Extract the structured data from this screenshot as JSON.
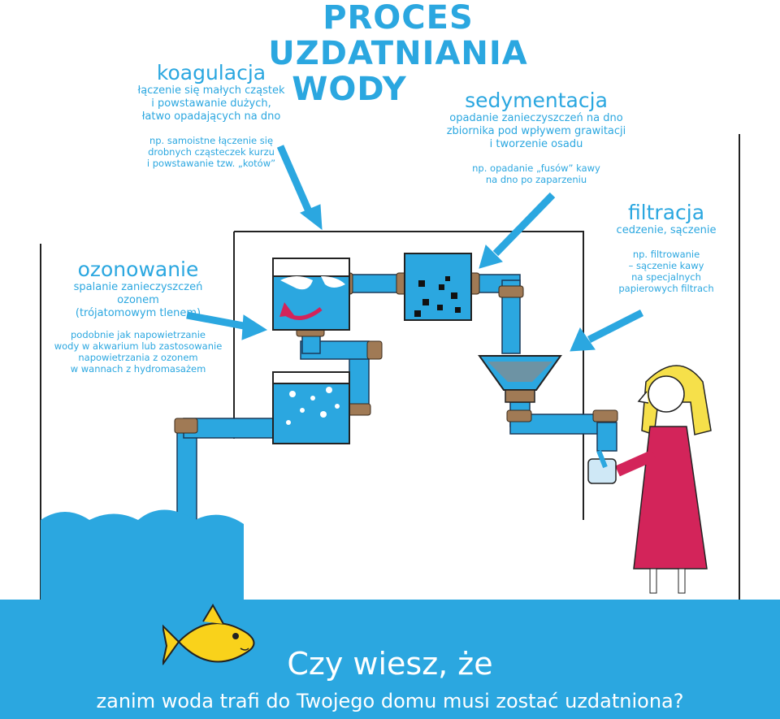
{
  "title": {
    "line1": "PROCES UZDATNIANIA",
    "line2": "WODY"
  },
  "coagulation": {
    "heading": "koagulacja",
    "desc": [
      "łączenie się małych cząstek",
      "i powstawanie dużych,",
      "łatwo opadających na dno"
    ],
    "example": [
      "np. samoistne łączenie się",
      "drobnych cząsteczek kurzu",
      "i powstawanie tzw. „kotów”"
    ]
  },
  "sedimentation": {
    "heading": "sedymentacja",
    "desc": [
      "opadanie zanieczyszczeń na dno",
      "zbiornika pod wpływem grawitacji",
      "i tworzenie osadu"
    ],
    "example": [
      "np. opadanie „fusów” kawy",
      "na dno po zaparzeniu"
    ]
  },
  "filtration": {
    "heading": "filtracja",
    "desc": [
      "cedzenie, sączenie"
    ],
    "example": [
      "np. filtrowanie",
      "– sączenie kawy",
      "na specjalnych",
      "papierowych filtrach"
    ]
  },
  "ozonation": {
    "heading": "ozonowanie",
    "desc": [
      "spalanie zanieczyszczeń",
      "ozonem",
      "(trójatomowym tlenem)"
    ],
    "example": [
      "podobnie jak napowietrzanie",
      "wody w akwarium lub zastosowanie",
      "napowietrzania z ozonem",
      "w wannach z hydromasażem"
    ]
  },
  "footer": {
    "question": "Czy wiesz, że",
    "line": "zanim woda trafi do Twojego domu musi zostać uzdatniona?"
  },
  "colors": {
    "accent": "#2ba7e0",
    "pipe_joint": "#a07a55",
    "girl_dress": "#d3245a",
    "girl_hair": "#f6e04a",
    "fish": "#f9d21b"
  }
}
